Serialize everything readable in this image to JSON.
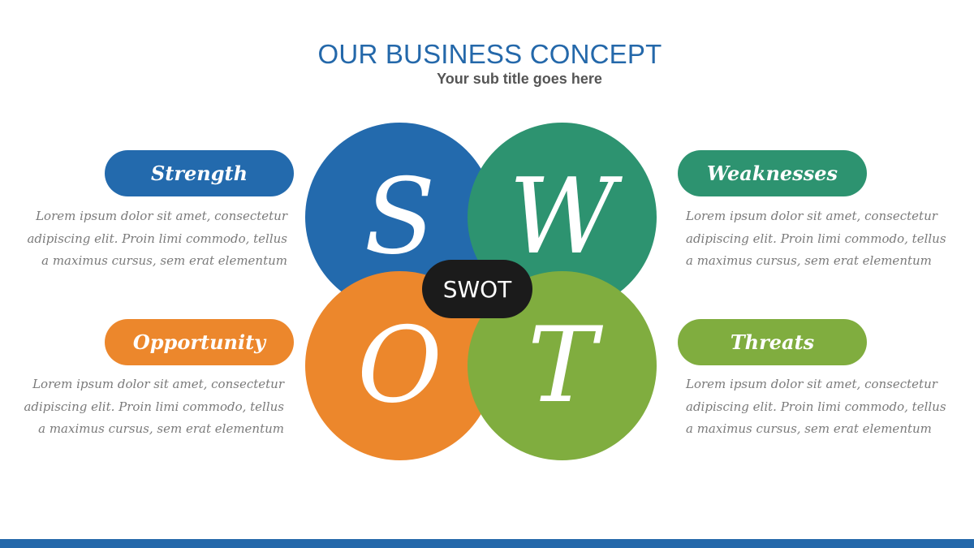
{
  "title": "OUR BUSINESS CONCEPT",
  "subtitle": "Your sub title goes here",
  "center": "SWOT",
  "letters": {
    "s": "S",
    "w": "W",
    "o": "O",
    "t": "T"
  },
  "quadrants": {
    "strength": {
      "label": "Strength",
      "lines": [
        "Lorem ipsum dolor sit amet, consectetur",
        "adipiscing elit. Proin  limi commodo, tellus",
        "a maximus cursus, sem erat elementum"
      ]
    },
    "weaknesses": {
      "label": "Weaknesses",
      "lines": [
        "Lorem ipsum dolor sit amet, consectetur",
        "adipiscing elit. Proin  limi commodo, tellus",
        "a maximus cursus, sem erat elementum"
      ]
    },
    "opportunity": {
      "label": "Opportunity",
      "lines": [
        "Lorem ipsum dolor sit amet, consectetur",
        "adipiscing elit. Proin  limi commodo, tellus",
        "a maximus cursus, sem erat elementum"
      ]
    },
    "threats": {
      "label": "Threats",
      "lines": [
        "Lorem ipsum dolor sit amet, consectetur",
        "adipiscing elit. Proin  limi commodo, tellus",
        "a maximus cursus, sem erat elementum"
      ]
    }
  },
  "colors": {
    "title": "#2468aa",
    "strength": "#236aad",
    "weaknesses": "#2d9370",
    "opportunity": "#ec872c",
    "threats": "#80ad3f",
    "center": "#1b1b1b",
    "bar": "#2468aa"
  }
}
